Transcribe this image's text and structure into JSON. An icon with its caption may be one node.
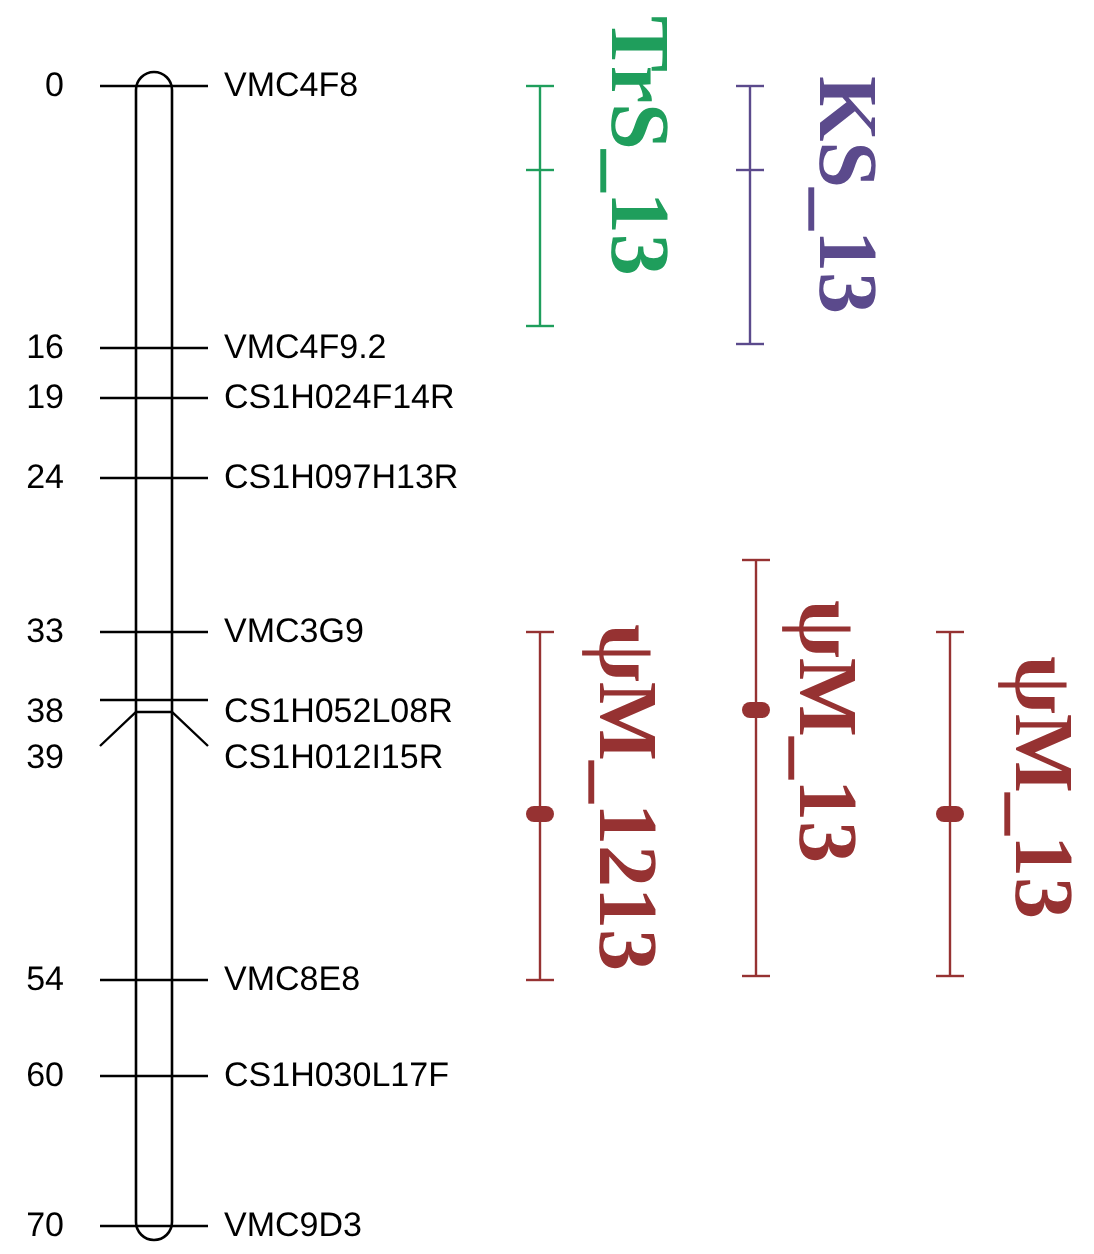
{
  "diagram": {
    "nodes": [
      {
        "text": [],
        "shape": "bar"
      }
    ],
    "labels": [
      "0",
      "VMC4F8",
      "16",
      "VMC4F9.2",
      "19",
      "CS1H024F14R",
      "24",
      "CS1H097H13R",
      "33",
      "VMC3G9",
      "38",
      "CS1H052L08R",
      "39",
      "CS1H012I15R",
      "54",
      "VMC8E8",
      "60",
      "CS1H030L17F",
      "70",
      "VMC9D3",
      "TrS_13",
      "KS_13",
      "ψM_1213",
      "ψM_13",
      "ψM_13"
    ]
  }
}
